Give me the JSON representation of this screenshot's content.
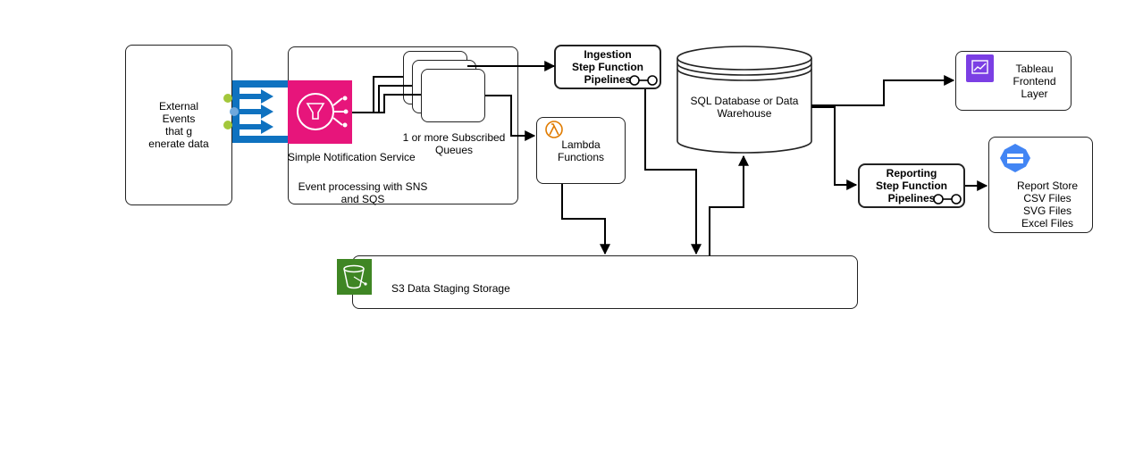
{
  "colors": {
    "stroke": "#000000",
    "sns_pink": "#e7157b",
    "azure_blue": "#0f72c0",
    "lambda_orange": "#e07b00",
    "s3_green": "#3f8624",
    "tableau_purple": "#7b3fe4",
    "gcs_blue": "#4285f4",
    "dot_green": "#a3c73b"
  },
  "nodes": {
    "external": {
      "text": "External\nEvents\nthat g\nenerate data"
    },
    "sns": {
      "label": "Simple Notification Service",
      "icon": "sns-icon"
    },
    "queues": {
      "label": "1 or more Subscribed\nQueues"
    },
    "event_group": {
      "label": "Event processing with SNS\nand SQS"
    },
    "ingestion": {
      "title": "Ingestion\nStep Function\nPipelines"
    },
    "lambda": {
      "label": "Lambda\nFunctions",
      "icon": "lambda-icon"
    },
    "database": {
      "label": "SQL Database or Data\nWarehouse"
    },
    "tableau": {
      "label": "Tableau\nFrontend\nLayer",
      "icon": "tableau-icon"
    },
    "reporting": {
      "title": "Reporting\nStep Function\nPipelines"
    },
    "report_store": {
      "label": "Report Store\nCSV Files\nSVG Files\nExcel Files",
      "icon": "storage-icon"
    },
    "s3": {
      "label": "S3 Data Staging Storage",
      "icon": "s3-bucket-icon"
    }
  }
}
